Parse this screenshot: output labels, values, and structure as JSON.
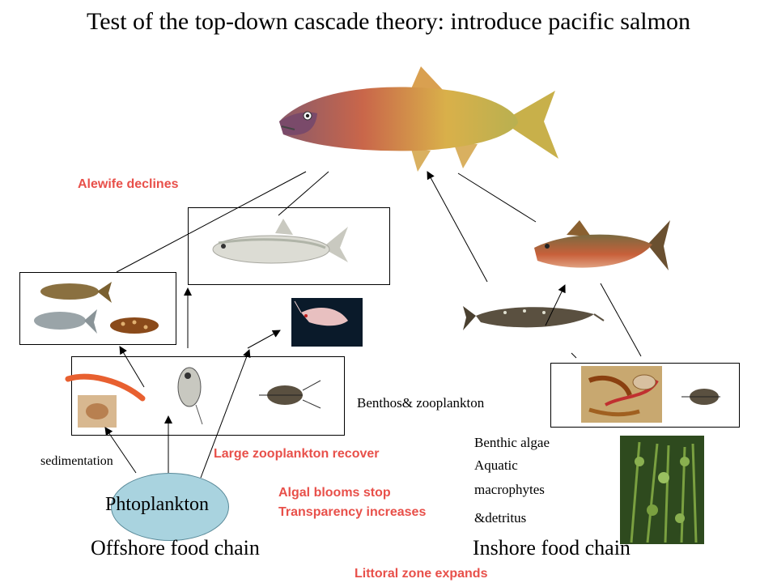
{
  "title": "Test of the top-down cascade theory: introduce pacific salmon",
  "annotations": {
    "alewife": "Alewife declines",
    "zooplankton": "Large zooplankton recover",
    "algal": "Algal blooms stop",
    "transparency": "Transparency increases",
    "littoral": "Littoral zone expands"
  },
  "labels": {
    "sedimentation": "sedimentation",
    "phytoplankton": "Phtoplankton",
    "offshore": "Offshore food chain",
    "inshore": "Inshore food chain",
    "benthos": "Benthos& zooplankton",
    "benthic_algae": "Benthic algae",
    "aquatic": "Aquatic",
    "macrophytes": "macrophytes",
    "detritus": "&detritus"
  },
  "colors": {
    "annotation": "#e8504a",
    "phytoplankton_fill": "#a9d3df"
  },
  "images": {
    "salmon": "pacific-salmon-illustration",
    "alewife": "alewife-fish-illustration",
    "small_fish": "small-fish-group-illustration",
    "shrimp": "mysis-shrimp-photo",
    "zooplankton": "zooplankton-illustrations",
    "trout": "trout-illustration",
    "juvenile_fish": "juvenile-fish-illustration",
    "benthos": "benthic-invertebrates-illustration",
    "plants": "aquatic-macrophyte-photo"
  }
}
